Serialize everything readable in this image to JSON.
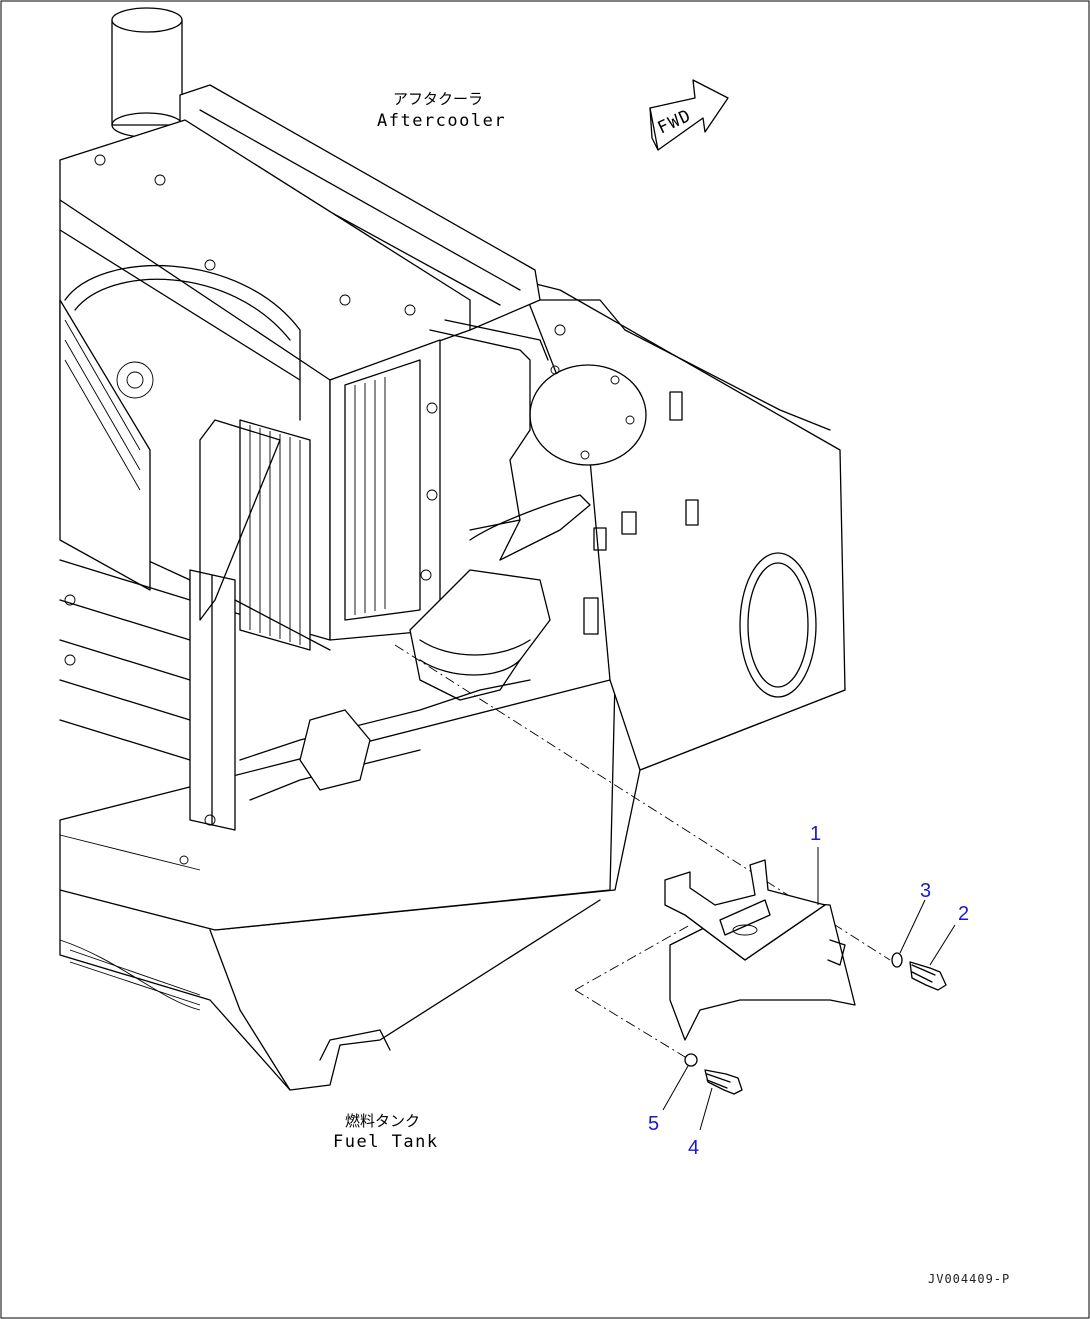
{
  "labels": {
    "aftercooler_jp": "アフタクーラ",
    "aftercooler_en": "Aftercooler",
    "fuel_tank_jp": "燃料タンク",
    "fuel_tank_en": "Fuel Tank",
    "fwd": "FWD"
  },
  "callouts": {
    "item_1": "1",
    "item_2": "2",
    "item_3": "3",
    "item_4": "4",
    "item_5": "5"
  },
  "drawing_code": "JV004409-P",
  "colors": {
    "line": "#000000",
    "callout": "#1a1acc",
    "background": "#ffffff"
  }
}
